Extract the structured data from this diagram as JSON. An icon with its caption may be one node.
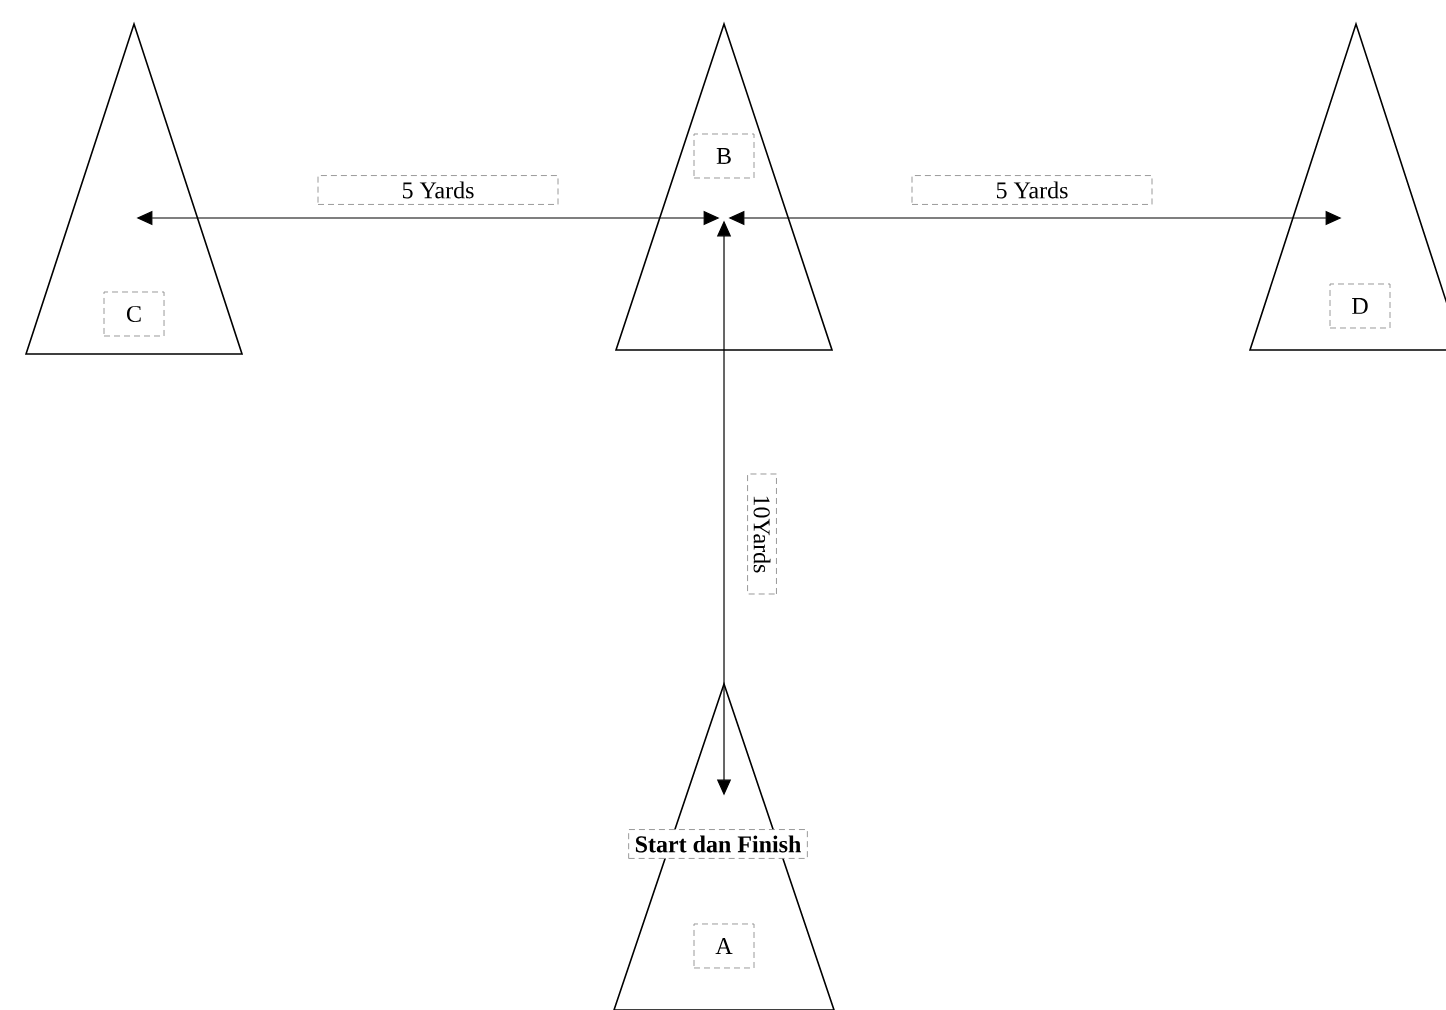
{
  "diagram": {
    "nodes": [
      {
        "text": [
          "C"
        ]
      },
      {
        "text": [
          "B"
        ]
      },
      {
        "text": [
          "D"
        ]
      },
      {
        "text": [
          "Start dan Finish",
          "A"
        ]
      }
    ],
    "edges": [
      {
        "from": 1,
        "to": 0,
        "arrow": "both",
        "label": "5 Yards"
      },
      {
        "from": 1,
        "to": 2,
        "arrow": "both",
        "label": "5 Yards"
      },
      {
        "from": 3,
        "to": 1,
        "arrow": "both",
        "label": "10Yards"
      }
    ]
  }
}
